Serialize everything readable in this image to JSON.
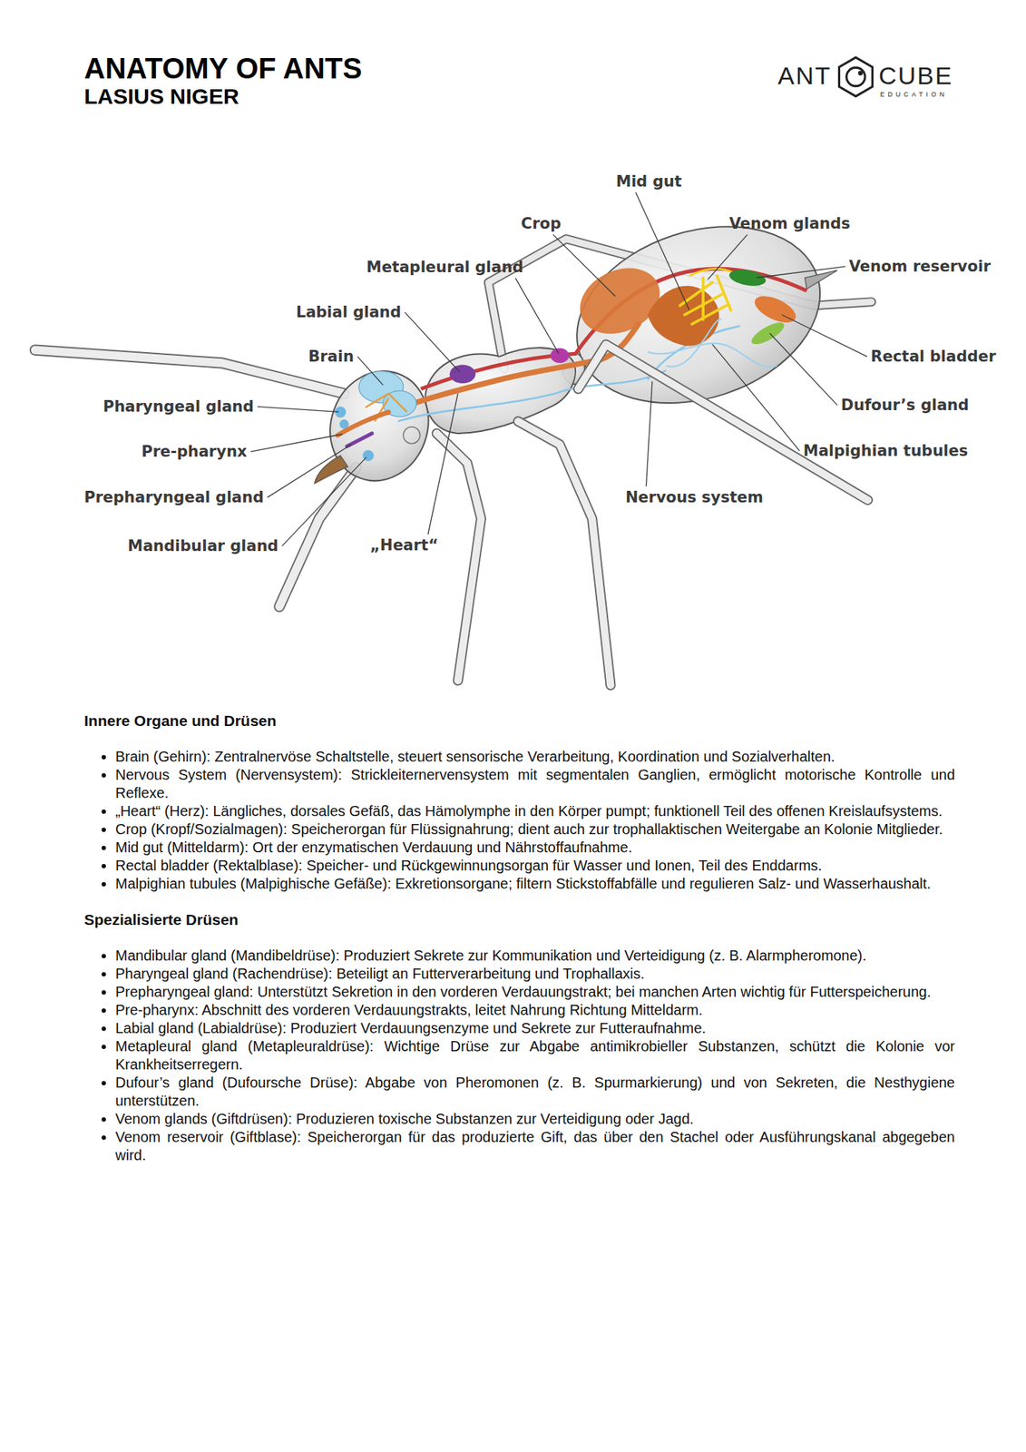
{
  "diagram": {
    "title": "ANATOMY OF ANTS",
    "labels": [
      "LASIUS NIGER",
      "ANT",
      "CUBE",
      "EDUCATION",
      "Mid gut",
      "Crop",
      "Venom glands",
      "Metapleural gland",
      "Venom reservoir",
      "Labial gland",
      "Brain",
      "Rectal bladder",
      "Pharyngeal gland",
      "Dufour’s gland",
      "Pre-pharynx",
      "Malpighian tubules",
      "Prepharyngeal gland",
      "Nervous system",
      "Mandibular gland",
      "„Heart“",
      "Innere Organe und Drüsen",
      "Brain (Gehirn): Zentralnervöse Schaltstelle, steuert sensorische Verarbeitung, Koordination und Sozialverhalten.",
      "Nervous System (Nervensystem): Strickleiternervensystem mit segmentalen Ganglien, ermöglicht motorische Kontrolle und Reflexe.",
      "„Heart“ (Herz): Längliches, dorsales Gefäß, das Hämolymphe in den Körper pumpt; funktionell Teil des offenen Kreislaufsystems.",
      "Crop (Kropf/Sozialmagen): Speicherorgan für Flüssignahrung; dient auch zur trophallaktischen Weitergabe an Kolonie Mitglieder.",
      "Mid gut (Mitteldarm): Ort der enzymatischen Verdauung und Nährstoffaufnahme.",
      "Rectal bladder (Rektalblase): Speicher- und Rückgewinnungsorgan für Wasser und Ionen, Teil des Enddarms.",
      "Malpighian tubules (Malpighische Gefäße): Exkretionsorgane; filtern Stickstoffabfälle und regulieren Salz- und Wasserhaushalt.",
      "Spezialisierte Drüsen",
      "Mandibular gland (Mandibeldrüse): Produziert Sekrete zur Kommunikation und Verteidigung (z. B. Alarmpheromone).",
      "Pharyngeal gland (Rachendrüse): Beteiligt an Futterverarbeitung und Trophallaxis.",
      "Prepharyngeal gland: Unterstützt Sekretion in den vorderen Verdauungstrakt; bei manchen Arten wichtig für Futterspeicherung.",
      "Pre-pharynx: Abschnitt des vorderen Verdauungstrakts, leitet Nahrung Richtung Mitteldarm.",
      "Labial gland (Labialdrüse): Produziert Verdauungsenzyme und Sekrete zur Futteraufnahme.",
      "Metapleural gland (Metapleuraldrüse): Wichtige Drüse zur Abgabe antimikrobieller Substanzen, schützt die Kolonie vor Krankheitserregern.",
      "Dufour’s gland (Dufoursche Drüse): Abgabe von Pheromonen (z. B. Spurmarkierung) und von Sekreten, die Nesthygiene unterstützen.",
      "Venom glands (Giftdrüsen): Produzieren toxische Substanzen zur Verteidigung oder Jagd.",
      "Venom reservoir (Giftblase): Speicherorgan für das produzierte Gift, das über den Stachel oder Ausführungskanal abgegeben wird."
    ]
  }
}
